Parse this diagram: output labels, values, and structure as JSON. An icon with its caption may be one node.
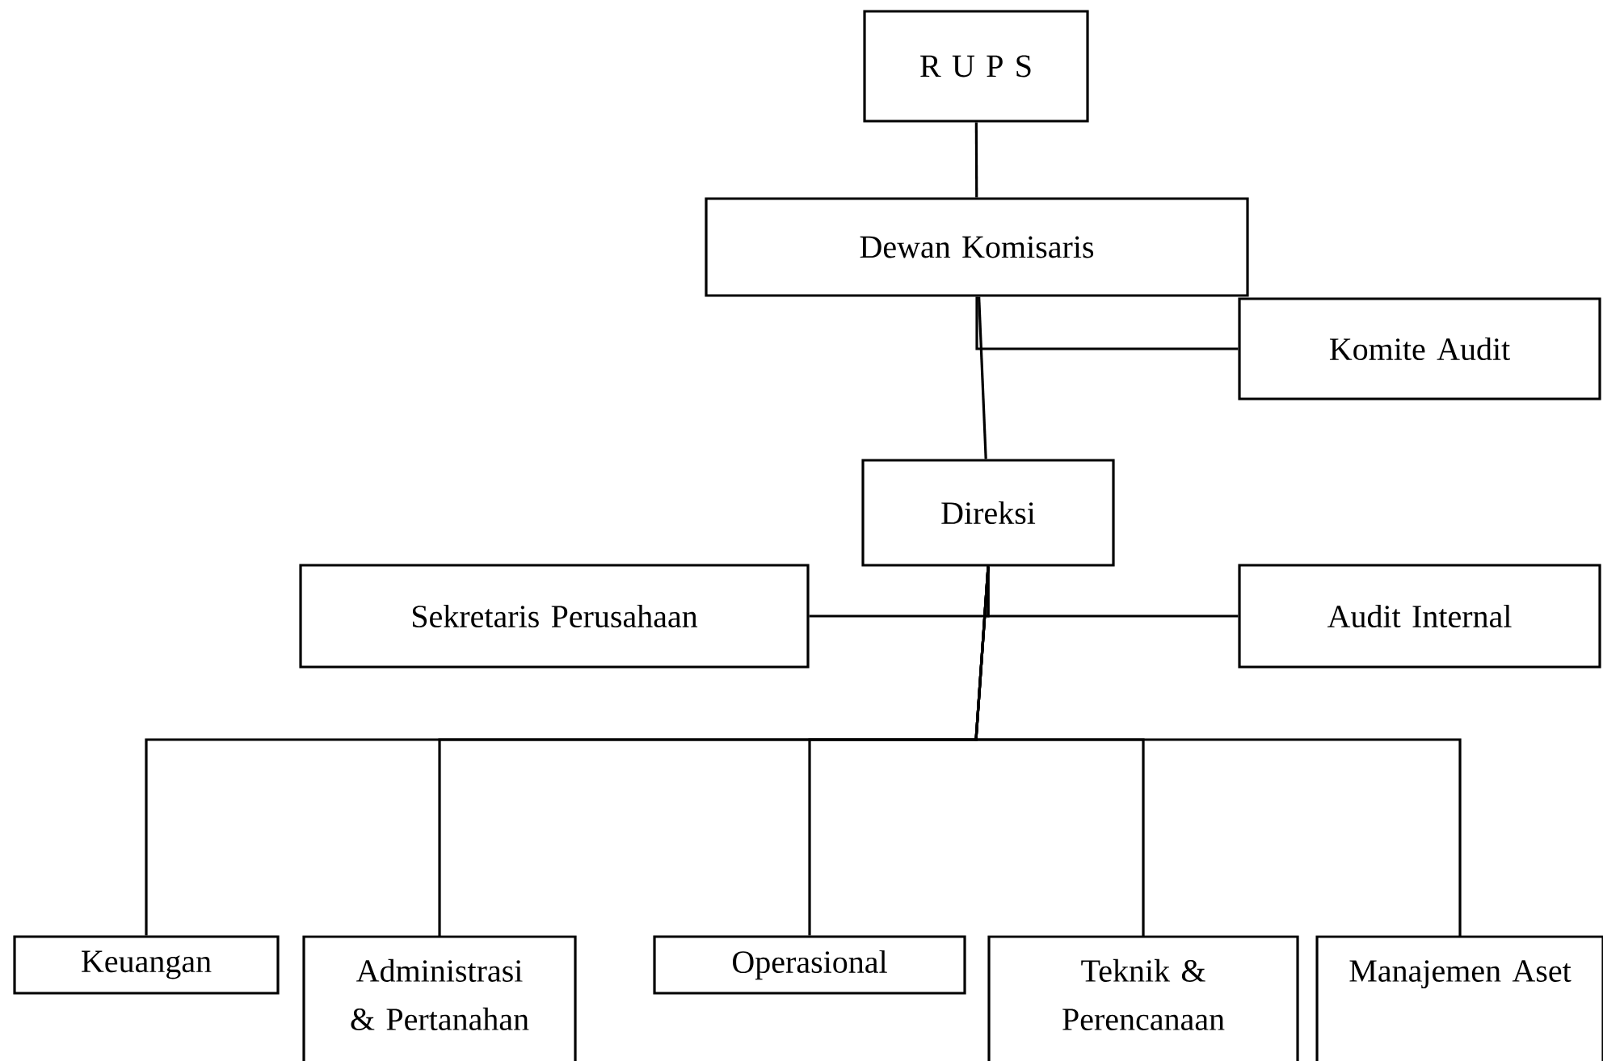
{
  "diagram": {
    "nodes": [
      {
        "text": [
          "R U P S"
        ]
      },
      {
        "text": [
          "Dewan Komisaris"
        ]
      },
      {
        "text": [
          "Komite Audit"
        ]
      },
      {
        "text": [
          "Direksi"
        ]
      },
      {
        "text": [
          "Sekretaris Perusahaan"
        ]
      },
      {
        "text": [
          "Audit Internal"
        ]
      },
      {
        "text": [
          "Keuangan"
        ]
      },
      {
        "text": [
          "Administrasi & Pertanahan"
        ]
      },
      {
        "text": [
          "Operasional"
        ]
      },
      {
        "text": [
          "Teknik & Perencanaan"
        ]
      },
      {
        "text": [
          "Manajemen Aset"
        ]
      }
    ],
    "edges": [
      {
        "from": 0,
        "to": 1,
        "arrow": "none"
      },
      {
        "from": 1,
        "to": 2,
        "arrow": "none"
      },
      {
        "from": 1,
        "to": 3,
        "arrow": "none"
      },
      {
        "from": 3,
        "to": 4,
        "arrow": "none"
      },
      {
        "from": 3,
        "to": 5,
        "arrow": "none"
      },
      {
        "from": 3,
        "to": 6,
        "arrow": "none"
      },
      {
        "from": 3,
        "to": 7,
        "arrow": "none"
      },
      {
        "from": 3,
        "to": 8,
        "arrow": "none"
      },
      {
        "from": 3,
        "to": 9,
        "arrow": "none"
      },
      {
        "from": 3,
        "to": 10,
        "arrow": "none"
      }
    ]
  }
}
